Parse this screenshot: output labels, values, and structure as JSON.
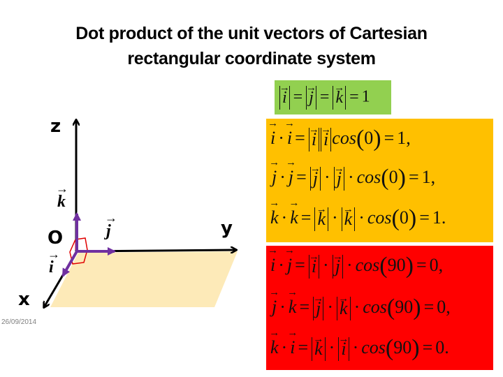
{
  "slide": {
    "title_line1": "Dot product of the unit vectors of Cartesian",
    "title_line2": "rectangular coordinate system",
    "date": "26/09/2014"
  },
  "colors": {
    "green_box": "#92d050",
    "orange_box": "#ffc000",
    "red_box": "#ff0000",
    "plane": "#fdeab8",
    "unit_vector": "#7030a0",
    "right_angle": "#e00000",
    "axis": "#000000"
  },
  "diagram": {
    "axis_labels": {
      "z": "z",
      "y": "y",
      "x": "x",
      "origin": "O"
    },
    "vector_labels": {
      "i": "i",
      "j": "j",
      "k": "k"
    }
  },
  "magnitude_box": {
    "v1": "i",
    "v2": "j",
    "v3": "k",
    "eq": "=",
    "result": "1"
  },
  "parallel_box": {
    "rows": [
      {
        "a": "i",
        "b": "i",
        "angle": "0",
        "result": "1",
        "end": ","
      },
      {
        "a": "j",
        "b": "j",
        "angle": "0",
        "result": "1",
        "end": ","
      },
      {
        "a": "k",
        "b": "k",
        "angle": "0",
        "result": "1",
        "end": "."
      }
    ],
    "cos": "cos"
  },
  "perpendicular_box": {
    "rows": [
      {
        "a": "i",
        "b": "j",
        "angle": "90",
        "result": "0",
        "end": ","
      },
      {
        "a": "j",
        "b": "k",
        "angle": "90",
        "result": "0",
        "end": ","
      },
      {
        "a": "k",
        "b": "i",
        "angle": "90",
        "result": "0",
        "end": "."
      }
    ],
    "cos": "cos"
  }
}
